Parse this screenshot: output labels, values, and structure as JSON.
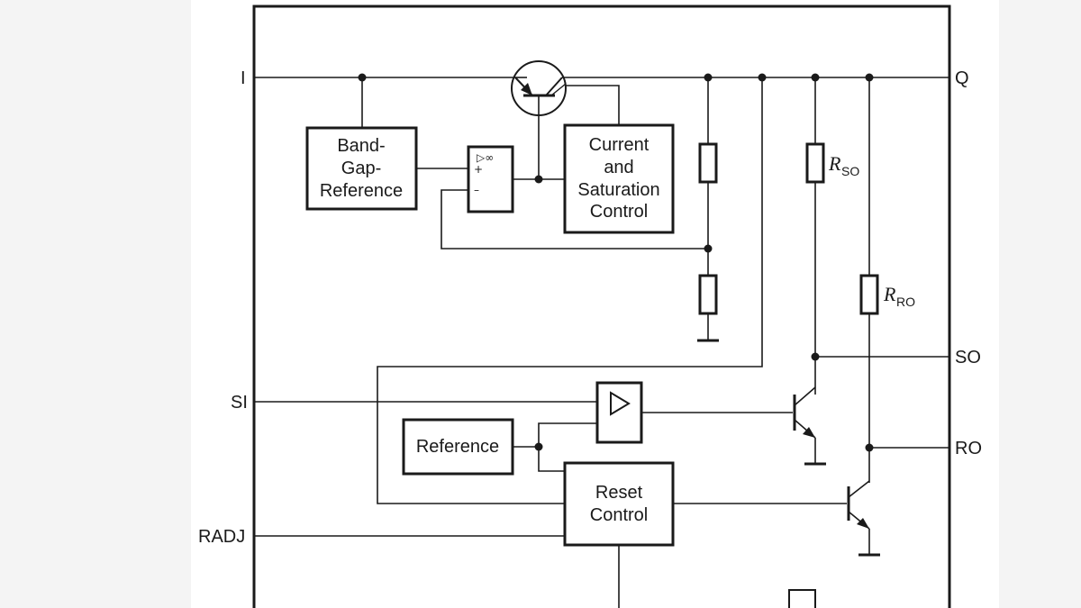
{
  "pins": {
    "i": "I",
    "q": "Q",
    "so": "SO",
    "si": "SI",
    "ro": "RO",
    "radj": "RADJ"
  },
  "blocks": {
    "bandgap": [
      "Band-",
      "Gap-",
      "Reference"
    ],
    "current_control": [
      "Current",
      "and",
      "Saturation",
      "Control"
    ],
    "reference": "Reference",
    "reset_control": [
      "Reset",
      "Control"
    ]
  },
  "resistors": {
    "rso": {
      "name": "R",
      "sub": "SO"
    },
    "rro": {
      "name": "R",
      "sub": "RO"
    }
  },
  "opamp": {
    "symbol": "▷∞",
    "plus": "+",
    "minus": "–"
  }
}
